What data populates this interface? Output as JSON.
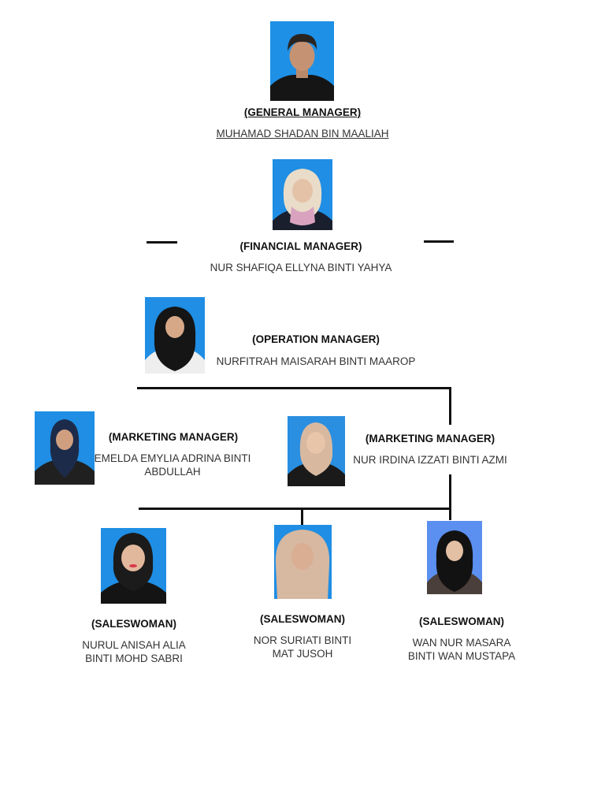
{
  "general_manager": {
    "role": "(GENERAL MANAGER)",
    "name": "MUHAMAD SHADAN BIN MAALIAH"
  },
  "financial_manager": {
    "role": "(FINANCIAL MANAGER)",
    "name": "NUR SHAFIQA ELLYNA BINTI YAHYA"
  },
  "operation_manager": {
    "role": "(OPERATION MANAGER)",
    "name": "NURFITRAH MAISARAH BINTI MAAROP"
  },
  "marketing_manager_1": {
    "role": "(MARKETING MANAGER)",
    "name_line1": "EMELDA EMYLIA ADRINA BINTI",
    "name_line2": "ABDULLAH"
  },
  "marketing_manager_2": {
    "role": "(MARKETING MANAGER)",
    "name": "NUR IRDINA IZZATI BINTI AZMI"
  },
  "saleswoman_1": {
    "role": "(SALESWOMAN)",
    "name_line1": "NURUL ANISAH ALIA",
    "name_line2": "BINTI MOHD SABRI"
  },
  "saleswoman_2": {
    "role": "(SALESWOMAN)",
    "name_line1": "NOR SURIATI BINTI",
    "name_line2": "MAT JUSOH"
  },
  "saleswoman_3": {
    "role": "(SALESWOMAN)",
    "name_line1": "WAN NUR MASARA",
    "name_line2": "BINTI WAN MUSTAPA"
  },
  "colors": {
    "photo_bg": "#2f7fd6",
    "line": "#111111"
  }
}
